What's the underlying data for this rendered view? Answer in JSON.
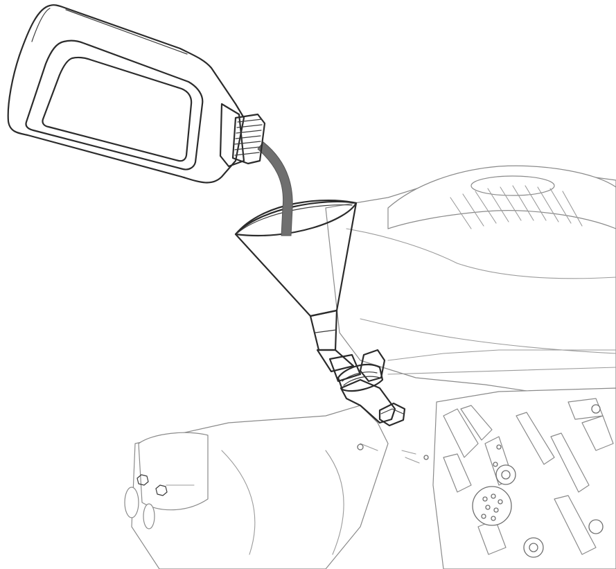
{
  "figure": {
    "type": "technical-illustration",
    "style": "line-art",
    "colors": {
      "background": "#ffffff",
      "line": "#2b2b2b",
      "engine_line": "#8a8a8a",
      "oil_stream": "#6f6f6f",
      "funnel_fill": "#c8c8c8"
    },
    "parts": [
      "oil-bottle-icon",
      "oil-stream",
      "funnel-icon",
      "oil-fill-tube-icon",
      "engine-icon",
      "mower-deck-icon"
    ]
  }
}
